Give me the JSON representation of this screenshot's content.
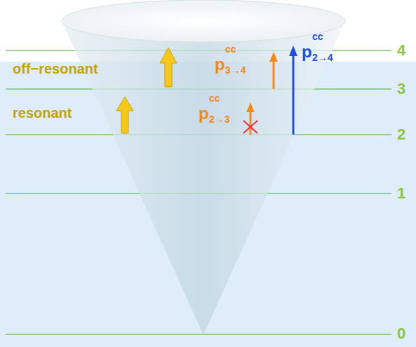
{
  "diagram": {
    "labels": [
      "off−resonant",
      "resonant",
      "p",
      "cc",
      "3→4",
      "p",
      "cc",
      "2→4",
      "p",
      "cc",
      "2→3",
      "4",
      "3",
      "2",
      "1",
      "0"
    ]
  }
}
